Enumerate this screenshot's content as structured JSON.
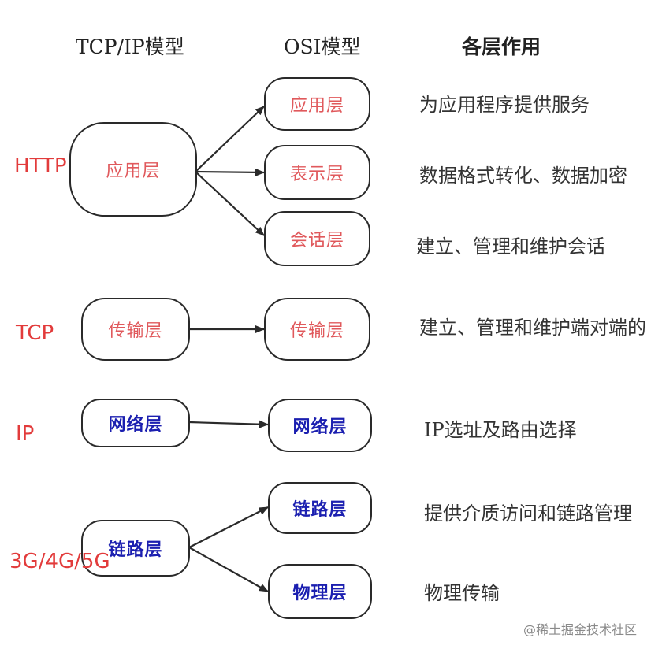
{
  "headers": {
    "tcpip": "TCP/IP模型",
    "osi": "OSI模型",
    "role": "各层作用"
  },
  "tcpip_layers": {
    "application": "应用层",
    "transport": "传输层",
    "network": "网络层",
    "link": "链路层"
  },
  "osi_layers": {
    "application": "应用层",
    "presentation": "表示层",
    "session": "会话层",
    "transport": "传输层",
    "network": "网络层",
    "datalink": "链路层",
    "physical": "物理层"
  },
  "descriptions": {
    "application": "为应用程序提供服务",
    "presentation": "数据格式转化、数据加密",
    "session": "建立、管理和维护会话",
    "transport": "建立、管理和维护端对端的",
    "network": "IP选址及路由选择",
    "datalink": "提供介质访问和链路管理",
    "physical": "物理传输"
  },
  "protocols": {
    "application": "HTTP",
    "transport": "TCP",
    "network": "IP",
    "link": "3G/4G/5G"
  },
  "watermark": "@稀土掘金技术社区",
  "colors": {
    "red_text": "#e0595c",
    "blue_text": "#1b1fb0",
    "protocol": "#e23b3b",
    "line": "#2a2a2a"
  }
}
